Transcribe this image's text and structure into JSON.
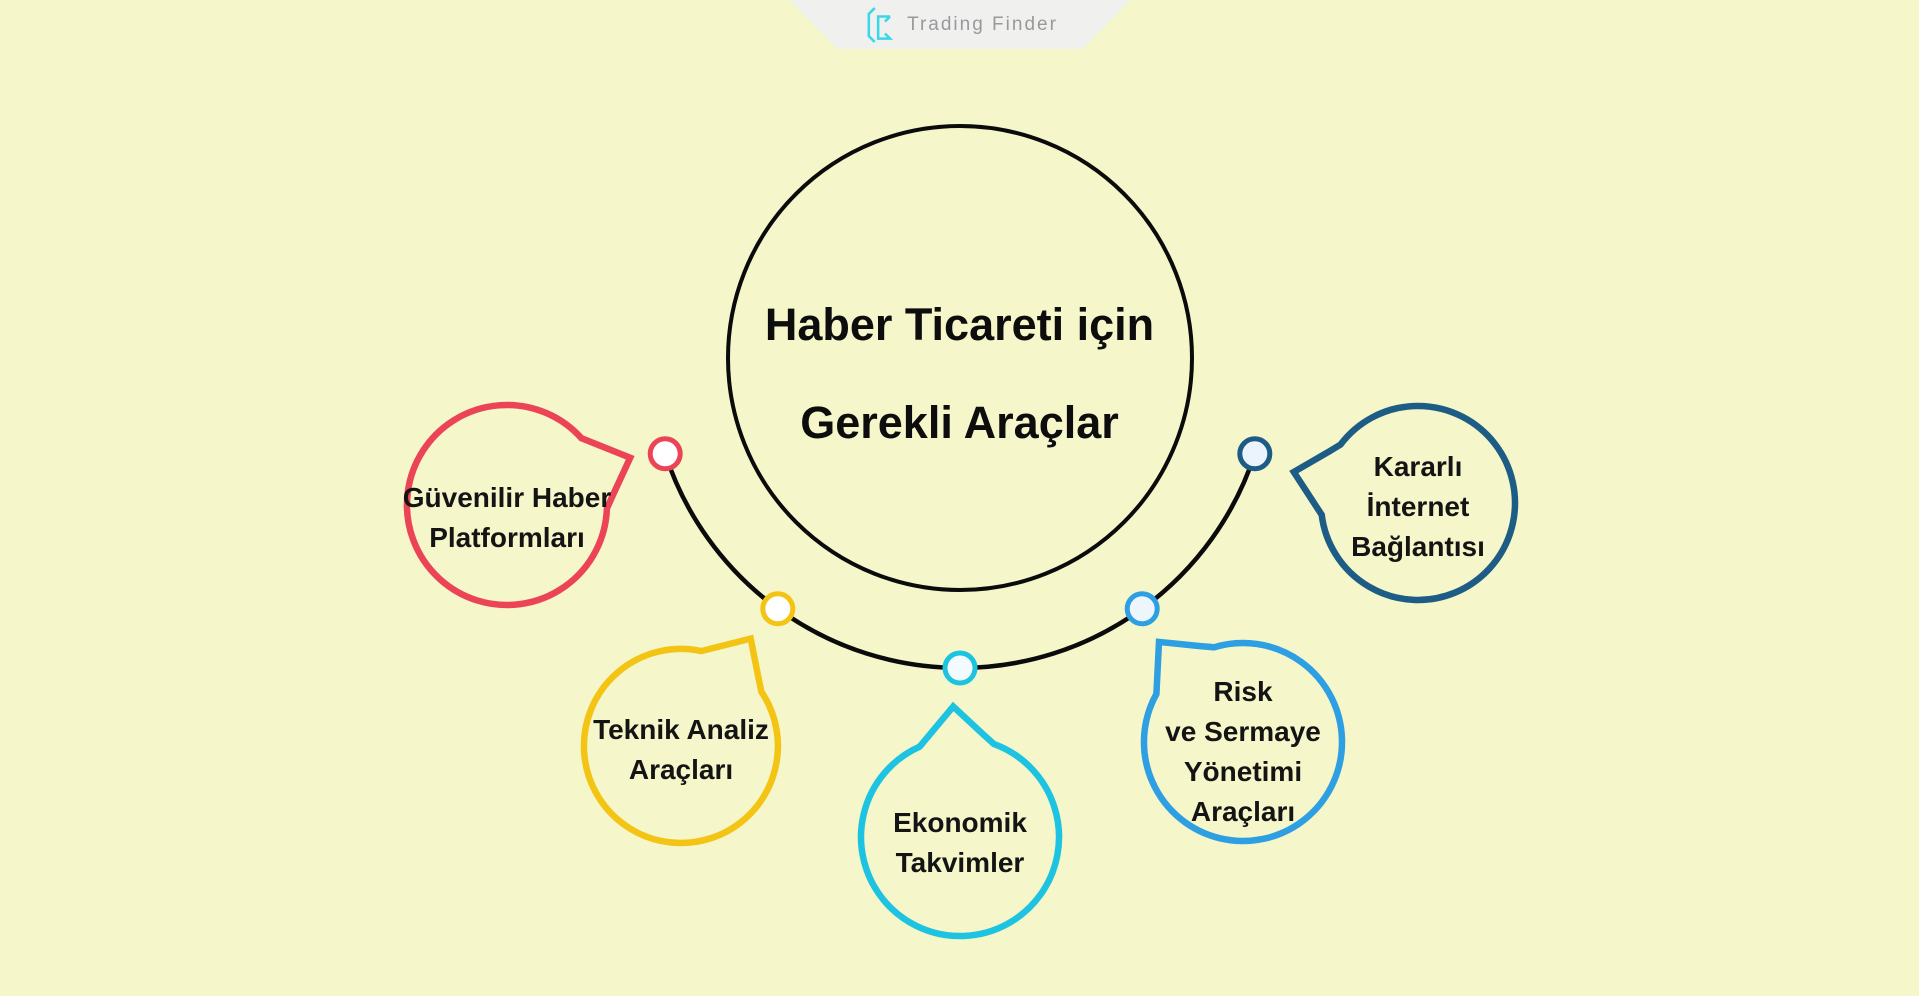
{
  "logo": {
    "brand": "Trading Finder",
    "icon": "trading-finder-icon",
    "accent": "#3ad7e8",
    "text_color": "#98999b",
    "badge_color": "#f0f0ee"
  },
  "colors": {
    "background": "#f5f6ca",
    "ink": "#0d0d0d"
  },
  "title": {
    "lines": [
      "Haber Ticareti için",
      "Gerekli Araçlar"
    ]
  },
  "bubbles": [
    {
      "id": "guvenilir-haber-platformlari",
      "color": "#ec4457",
      "node_fill": "#ffffff",
      "lines": [
        "Güvenilir Haber",
        "Platformları"
      ]
    },
    {
      "id": "teknik-analiz-araclari",
      "color": "#f4c414",
      "node_fill": "#ffffff",
      "lines": [
        "Teknik Analiz",
        "Araçları"
      ]
    },
    {
      "id": "ekonomik-takvimler",
      "color": "#1ec3e2",
      "node_fill": "#f3fbfe",
      "lines": [
        "Ekonomik",
        "Takvimler"
      ]
    },
    {
      "id": "risk-ve-sermaye-yonetimi-araclari",
      "color": "#2d9fe2",
      "node_fill": "#eef6fd",
      "lines": [
        "Risk",
        "ve Sermaye",
        "Yönetimi",
        "Araçları"
      ]
    },
    {
      "id": "kararli-internet-baglantisi",
      "color": "#1d5c84",
      "node_fill": "#ebf4fc",
      "lines": [
        "Kararlı",
        "İnternet",
        "Bağlantısı"
      ]
    }
  ]
}
